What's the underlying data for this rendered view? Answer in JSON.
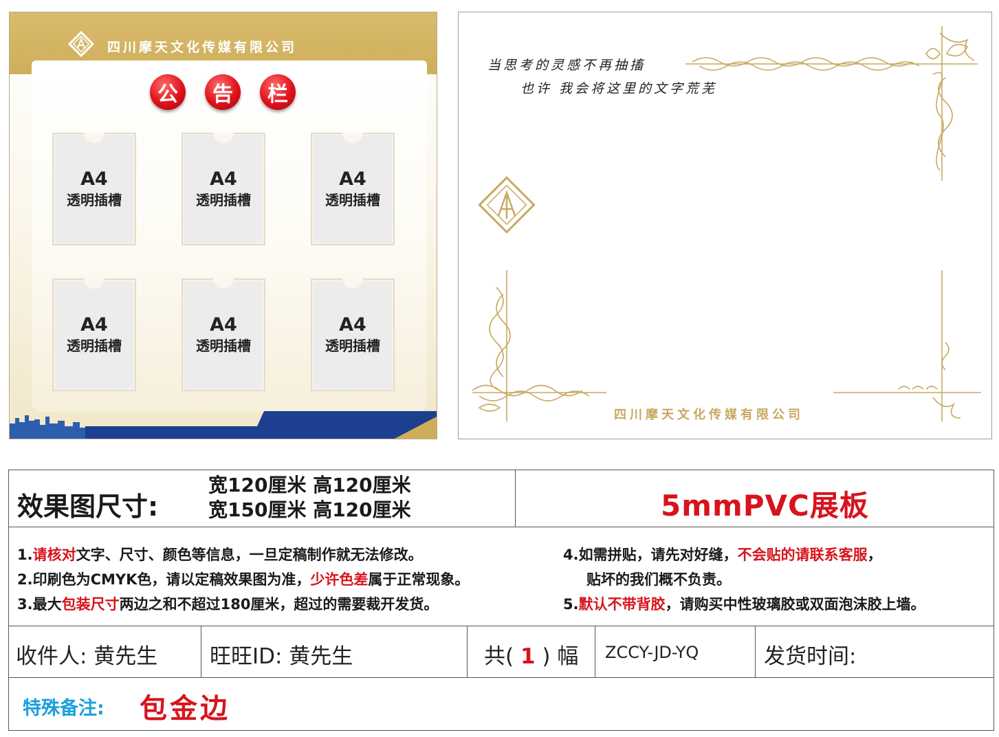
{
  "board": {
    "company": "四川摩天文化传媒有限公司",
    "title_chars": [
      "公",
      "告",
      "栏"
    ],
    "slots": [
      {
        "size": "A4",
        "label": "透明插槽"
      },
      {
        "size": "A4",
        "label": "透明插槽"
      },
      {
        "size": "A4",
        "label": "透明插槽"
      },
      {
        "size": "A4",
        "label": "透明插槽"
      },
      {
        "size": "A4",
        "label": "透明插槽"
      },
      {
        "size": "A4",
        "label": "透明插槽"
      }
    ],
    "colors": {
      "gold": "#cfae5a",
      "red": "#e0121b",
      "blue": "#1c3f8f"
    }
  },
  "frame": {
    "poem_line1": "当思考的灵感不再抽搐",
    "poem_line2": "也许  我会将这里的文字荒芜",
    "company": "四川摩天文化传媒有限公司",
    "ornament_color": "#c9a862"
  },
  "info": {
    "size_label": "效果图尺寸:",
    "size_line1": "宽120厘米  高120厘米",
    "size_line2": "宽150厘米  高120厘米",
    "material": "5mmPVC展板",
    "notes": {
      "n1_prefix": "1.",
      "n1_red": "请核对",
      "n1_rest": "文字、尺寸、颜色等信息，一旦定稿制作就无法修改。",
      "n2_prefix": "2.印刷色为CMYK色，请以定稿效果图为准，",
      "n2_red": "少许色差",
      "n2_rest": "属于正常现象。",
      "n3_prefix": "3.最大",
      "n3_red": "包装尺寸",
      "n3_rest": "两边之和不超过180厘米，超过的需要裁开发货。",
      "n4_prefix": "4.如需拼贴，请先对好缝，",
      "n4_red": "不会贴的请联系客服",
      "n4_rest": "，",
      "n4_line2": "贴坏的我们概不负责。",
      "n5_prefix": "5.",
      "n5_red": "默认不带背胶",
      "n5_rest": "，请购买中性玻璃胶或双面泡沫胶上墙。"
    },
    "recipient": "收件人: 黄先生",
    "wangwang": "旺旺ID:  黄先生",
    "count_prefix": "共( ",
    "count": "1",
    "count_suffix": " ) 幅",
    "code": "ZCCY-JD-YQ",
    "ship_time": "发货时间:",
    "remark_label": "特殊备注:",
    "remark_value": "包金边",
    "colors": {
      "red": "#d7141c",
      "blue": "#1aa0dc"
    }
  }
}
